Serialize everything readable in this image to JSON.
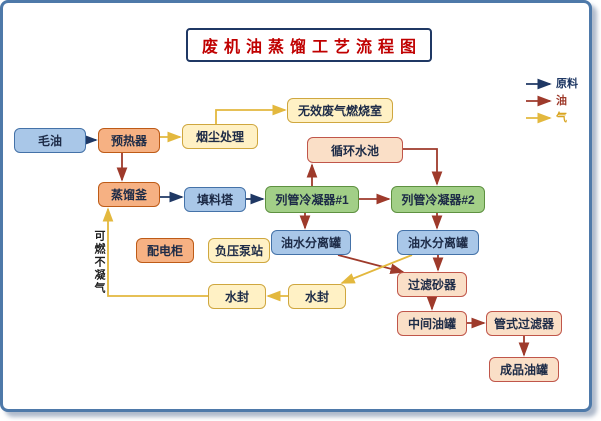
{
  "title": "废机油蒸馏工艺流程图",
  "legend": {
    "items": [
      {
        "label": "原料",
        "color": "#1F3864"
      },
      {
        "label": "油",
        "color": "#9E3A2B"
      },
      {
        "label": "气",
        "color": "#D9A521"
      }
    ]
  },
  "nodes": {
    "crude_oil": "毛油",
    "preheater": "预热器",
    "dust_treatment": "烟尘处理",
    "combustion_chamber": "无效废气燃烧室",
    "water_pool": "循环水池",
    "kettle": "蒸馏釜",
    "packing_tower": "填料塔",
    "condenser_1": "列管冷凝器#1",
    "condenser_2": "列管冷凝器#2",
    "separator_1": "油水分离罐",
    "separator_2": "油水分离罐",
    "power_cabinet": "配电柜",
    "pump_station": "负压泵站",
    "sand_filter": "过滤砂器",
    "water_seal_1": "水封",
    "water_seal_2": "水封",
    "intermediate_tank": "中间油罐",
    "tube_filter": "管式过滤器",
    "product_tank": "成品油罐"
  },
  "annotation": {
    "combustible_gas": "可燃不凝气"
  }
}
